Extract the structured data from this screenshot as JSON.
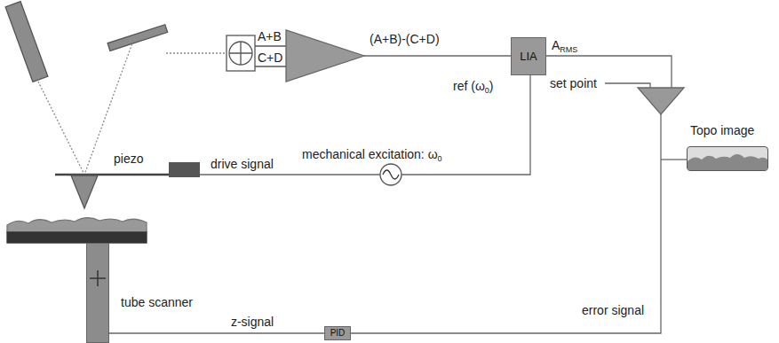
{
  "diagram": {
    "nodes": [
      {
        "text": [
          "LIA"
        ]
      },
      {
        "text": [
          "piezo"
        ]
      },
      {
        "text": [
          "Topo image"
        ]
      },
      {
        "text": [
          "PID"
        ]
      },
      {
        "text": [
          "tube scanner"
        ]
      }
    ],
    "edges": [
      {
        "from": 3,
        "to": 4,
        "label": "z-signal",
        "arrow": "none"
      }
    ],
    "labels": [
      "A+B",
      "C+D",
      "(A+B)-(C+D)",
      "A",
      "RMS",
      "ref (ω",
      "0",
      ")",
      "set point",
      "mechanical excitation: ω",
      "0",
      "drive signal",
      "error signal"
    ]
  }
}
